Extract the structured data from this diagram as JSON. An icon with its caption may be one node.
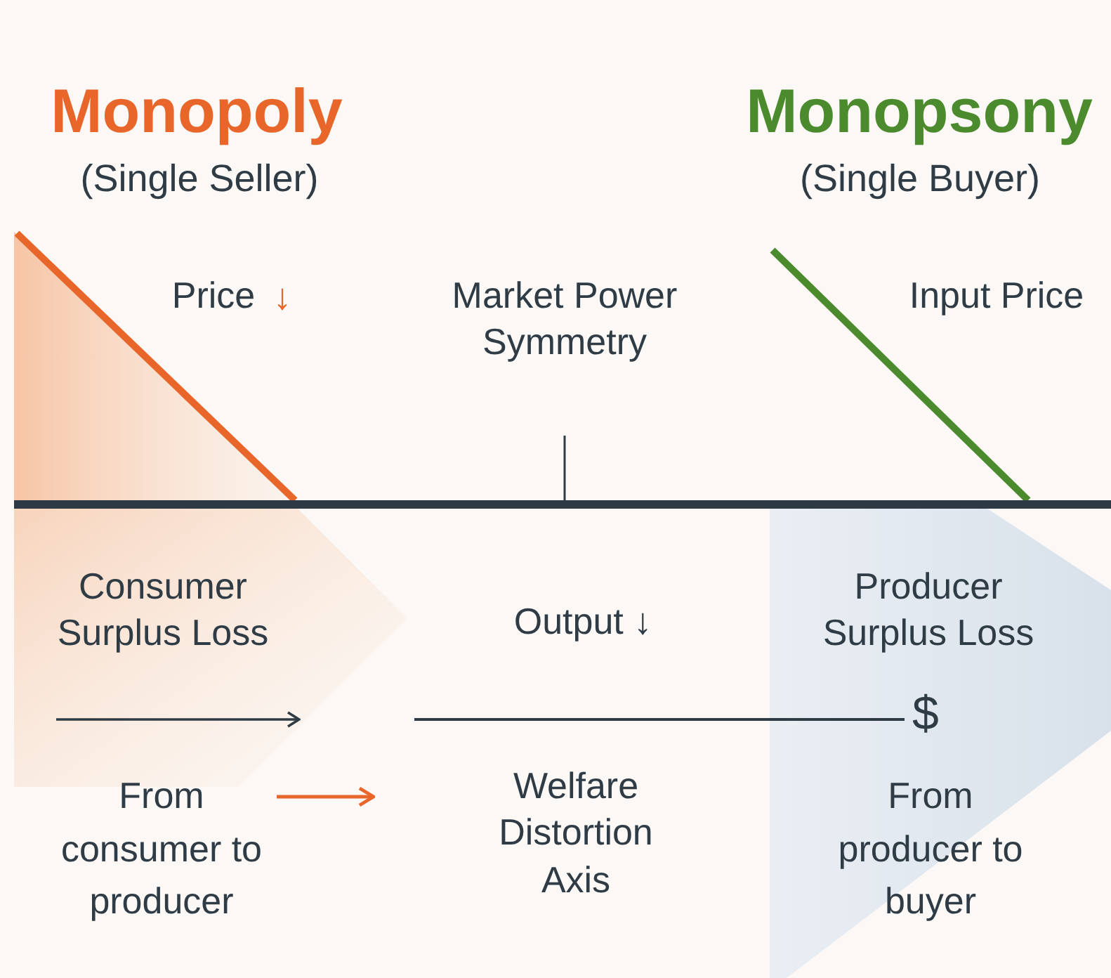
{
  "diagram": {
    "labels": [
      "Monopoly",
      "(Single Seller)",
      "Monopsony",
      "(Single Buyer)",
      "Price",
      "↓",
      "Market Power Symmetry",
      "Input Price",
      "Consumer Surplus Loss",
      "Output ↓",
      "Producer Surplus Loss",
      "$",
      "From consumer to producer",
      "Welfare Distortion Axis",
      "From producer to buyer"
    ]
  }
}
